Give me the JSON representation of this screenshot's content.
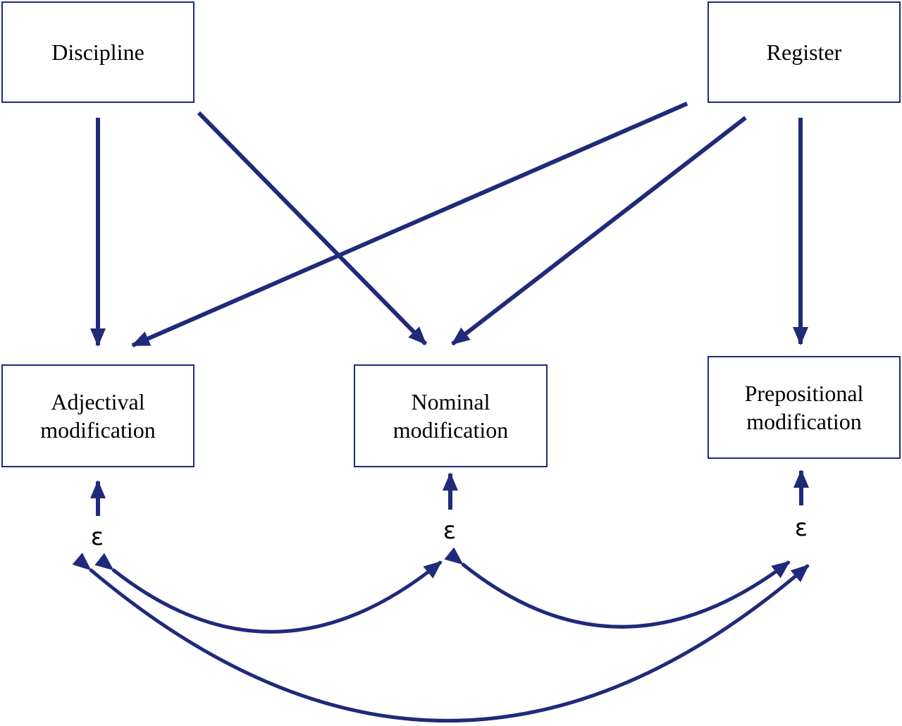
{
  "nodes": {
    "discipline": {
      "label": "Discipline"
    },
    "register": {
      "label": "Register"
    },
    "adjectival": {
      "line1": "Adjectival",
      "line2": "modification"
    },
    "nominal": {
      "line1": "Nominal",
      "line2": "modification"
    },
    "prepositional": {
      "line1": "Prepositional",
      "line2": "modification"
    }
  },
  "error_terms": {
    "adjectival": "ε",
    "nominal": "ε",
    "prepositional": "ε"
  },
  "edges": [
    {
      "from": "Discipline",
      "to": "Adjectival modification",
      "type": "directed"
    },
    {
      "from": "Discipline",
      "to": "Nominal modification",
      "type": "directed"
    },
    {
      "from": "Register",
      "to": "Adjectival modification",
      "type": "directed"
    },
    {
      "from": "Register",
      "to": "Nominal modification",
      "type": "directed"
    },
    {
      "from": "Register",
      "to": "Prepositional modification",
      "type": "directed"
    },
    {
      "from": "ε (adjectival)",
      "to": "Adjectival modification",
      "type": "directed"
    },
    {
      "from": "ε (nominal)",
      "to": "Nominal modification",
      "type": "directed"
    },
    {
      "from": "ε (prepositional)",
      "to": "Prepositional modification",
      "type": "directed"
    },
    {
      "from": "ε (adjectival)",
      "to": "ε (nominal)",
      "type": "covariance"
    },
    {
      "from": "ε (nominal)",
      "to": "ε (prepositional)",
      "type": "covariance"
    },
    {
      "from": "ε (adjectival)",
      "to": "ε (prepositional)",
      "type": "covariance"
    }
  ],
  "colors": {
    "arrow": "#1f2a7a",
    "box_border": "#1f2a7a",
    "text": "#000000"
  }
}
